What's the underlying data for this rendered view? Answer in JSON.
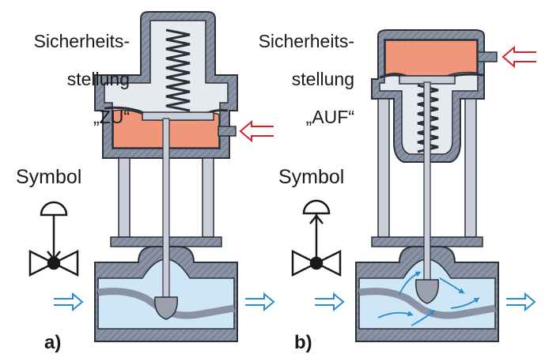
{
  "panel_a": {
    "letter": "a)",
    "safety_line1": "Sicherheits-",
    "safety_line2": "stellung",
    "safety_line3": "„ZU“",
    "symbol_label": "Symbol"
  },
  "panel_b": {
    "letter": "b)",
    "safety_line1": "Sicherheits-",
    "safety_line2": "stellung",
    "safety_line3": "„AUF“",
    "symbol_label": "Symbol"
  },
  "colors": {
    "housing": "#7f8a9c",
    "housing_dark": "#2b2f38",
    "interior": "#e6e9ee",
    "air_chamber": "#f0967a",
    "fluid": "#cfe6f6",
    "air_arrow": "#d2232a",
    "flow_arrow": "#2a8bd0"
  }
}
